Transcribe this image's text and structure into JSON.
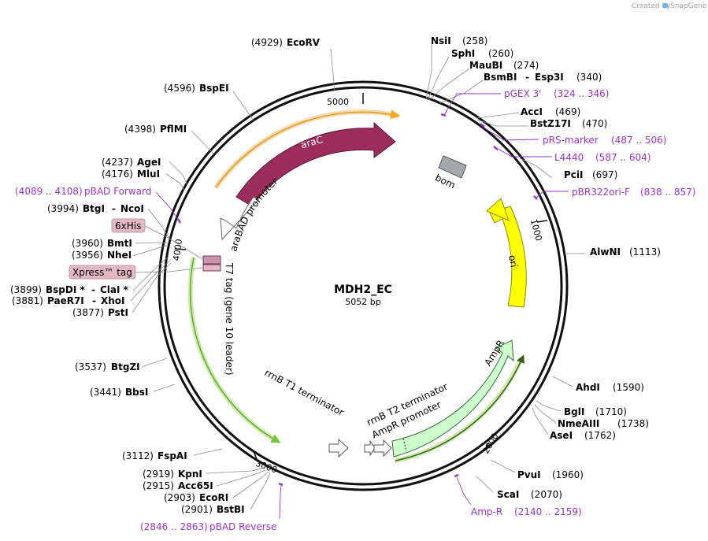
{
  "credit": {
    "text": "Created by",
    "brand": "SnapGene"
  },
  "plasmid": {
    "name": "MDH2_EC",
    "size_label": "5052 bp"
  },
  "ticks": [
    "5000",
    "1000",
    "2000",
    "3000",
    "4000"
  ],
  "sites_right": [
    {
      "pos": "(258)",
      "name": "NsiI"
    },
    {
      "pos": "(260)",
      "name": "SphI"
    },
    {
      "pos": "(274)",
      "name": "MauBI"
    },
    {
      "pos": "(340)",
      "name": "BsmBI",
      "name2": "Esp3I"
    },
    {
      "pos": "(469)",
      "name": "AccI"
    },
    {
      "pos": "(470)",
      "name": "BstZ17I"
    },
    {
      "pos": "(697)",
      "name": "PciI"
    },
    {
      "pos": "(1113)",
      "name": "AlwNI"
    },
    {
      "pos": "(1590)",
      "name": "AhdI"
    },
    {
      "pos": "(1710)",
      "name": "BglI"
    },
    {
      "pos": "(1738)",
      "name": "NmeAIII"
    },
    {
      "pos": "(1762)",
      "name": "AseI"
    },
    {
      "pos": "(1960)",
      "name": "PvuI"
    },
    {
      "pos": "(2070)",
      "name": "ScaI"
    }
  ],
  "sites_left": [
    {
      "pos": "(4929)",
      "name": "EcoRV"
    },
    {
      "pos": "(4596)",
      "name": "BspEI"
    },
    {
      "pos": "(4398)",
      "name": "PflMI"
    },
    {
      "pos": "(4237)",
      "name": "AgeI"
    },
    {
      "pos": "(4176)",
      "name": "MluI"
    },
    {
      "pos": "(3994)",
      "name": "BtgI",
      "name2": "NcoI"
    },
    {
      "pos": "(3960)",
      "name": "BmtI"
    },
    {
      "pos": "(3956)",
      "name": "NheI"
    },
    {
      "pos": "(3899)",
      "name": "BspDI *",
      "name2": "ClaI *"
    },
    {
      "pos": "(3881)",
      "name": "PaeR7I",
      "name2": "XhoI"
    },
    {
      "pos": "(3877)",
      "name": "PstI"
    },
    {
      "pos": "(3537)",
      "name": "BtgZI"
    },
    {
      "pos": "(3441)",
      "name": "BbsI"
    },
    {
      "pos": "(3112)",
      "name": "FspAI"
    },
    {
      "pos": "(2919)",
      "name": "KpnI"
    },
    {
      "pos": "(2915)",
      "name": "Acc65I"
    },
    {
      "pos": "(2903)",
      "name": "EcoRI"
    },
    {
      "pos": "(2901)",
      "name": "BstBI"
    }
  ],
  "primers": [
    {
      "name": "pGEX 3'",
      "range": "(324 .. 346)"
    },
    {
      "name": "pRS-marker",
      "range": "(487 .. 506)"
    },
    {
      "name": "L4440",
      "range": "(587 .. 604)"
    },
    {
      "name": "pBR322ori-F",
      "range": "(838 .. 857)"
    },
    {
      "name": "Amp-R",
      "range": "(2140 .. 2159)"
    },
    {
      "name": "pBAD Reverse",
      "range": "(2846 .. 2863)"
    },
    {
      "name": "pBAD Forward",
      "range": "(4089 .. 4108)"
    }
  ],
  "features": {
    "araC": "araC",
    "araBAD_promoter": "araBAD promoter",
    "bom": "bom",
    "ori": "ori",
    "AmpR": "AmpR",
    "AmpR_promoter": "AmpR promoter",
    "rrnB_T1": "rrnB T1 terminator",
    "rrnB_T2": "rrnB T2 terminator",
    "T7_tag": "T7 tag (gene 10 leader)",
    "sixHis": "6xHis",
    "Xpress": "Xpress™ tag"
  },
  "colors": {
    "araC": "#9b2c5e",
    "ori": "#ffff00",
    "AmpR": "#ccffcc",
    "bom": "#a3a8ad",
    "primer": "#9933cc",
    "orange_orf": "#f5a623",
    "green_orf": "#7cc242",
    "tag_box": "#e3b7c4"
  }
}
